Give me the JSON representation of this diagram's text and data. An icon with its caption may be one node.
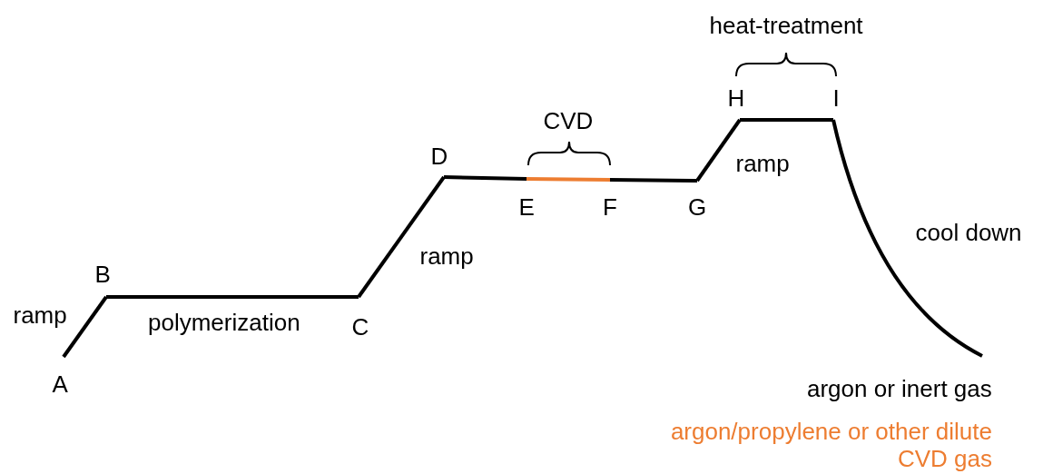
{
  "diagram": {
    "nodes": [
      {
        "text": [
          "A"
        ]
      },
      {
        "text": [
          "B"
        ]
      },
      {
        "text": [
          "C"
        ]
      },
      {
        "text": [
          "D"
        ]
      },
      {
        "text": [
          "E"
        ]
      },
      {
        "text": [
          "F"
        ]
      },
      {
        "text": [
          "G"
        ]
      },
      {
        "text": [
          "H"
        ]
      },
      {
        "text": [
          "I"
        ]
      }
    ],
    "edges": [
      {
        "from": 0,
        "to": 1,
        "arrow": "none",
        "label": "ramp"
      },
      {
        "from": 1,
        "to": 2,
        "arrow": "none",
        "label": "polymerization"
      },
      {
        "from": 2,
        "to": 3,
        "arrow": "none",
        "label": "ramp"
      },
      {
        "from": 3,
        "to": 4,
        "arrow": "none"
      },
      {
        "from": 4,
        "to": 5,
        "arrow": "none",
        "color": "#ed7d31"
      },
      {
        "from": 5,
        "to": 6,
        "arrow": "none"
      },
      {
        "from": 6,
        "to": 7,
        "arrow": "none",
        "label": "ramp"
      },
      {
        "from": 7,
        "to": 8,
        "arrow": "none"
      },
      {
        "from": 8,
        "to": null,
        "arrow": "none",
        "label": "cool down"
      }
    ],
    "labels": [
      "heat-treatment",
      "CVD"
    ],
    "legend": [
      {
        "text": "argon or inert gas",
        "color": "#000000"
      },
      {
        "text": "argon/propylene or other dilute CVD gas",
        "color": "#ed7d31"
      }
    ]
  }
}
